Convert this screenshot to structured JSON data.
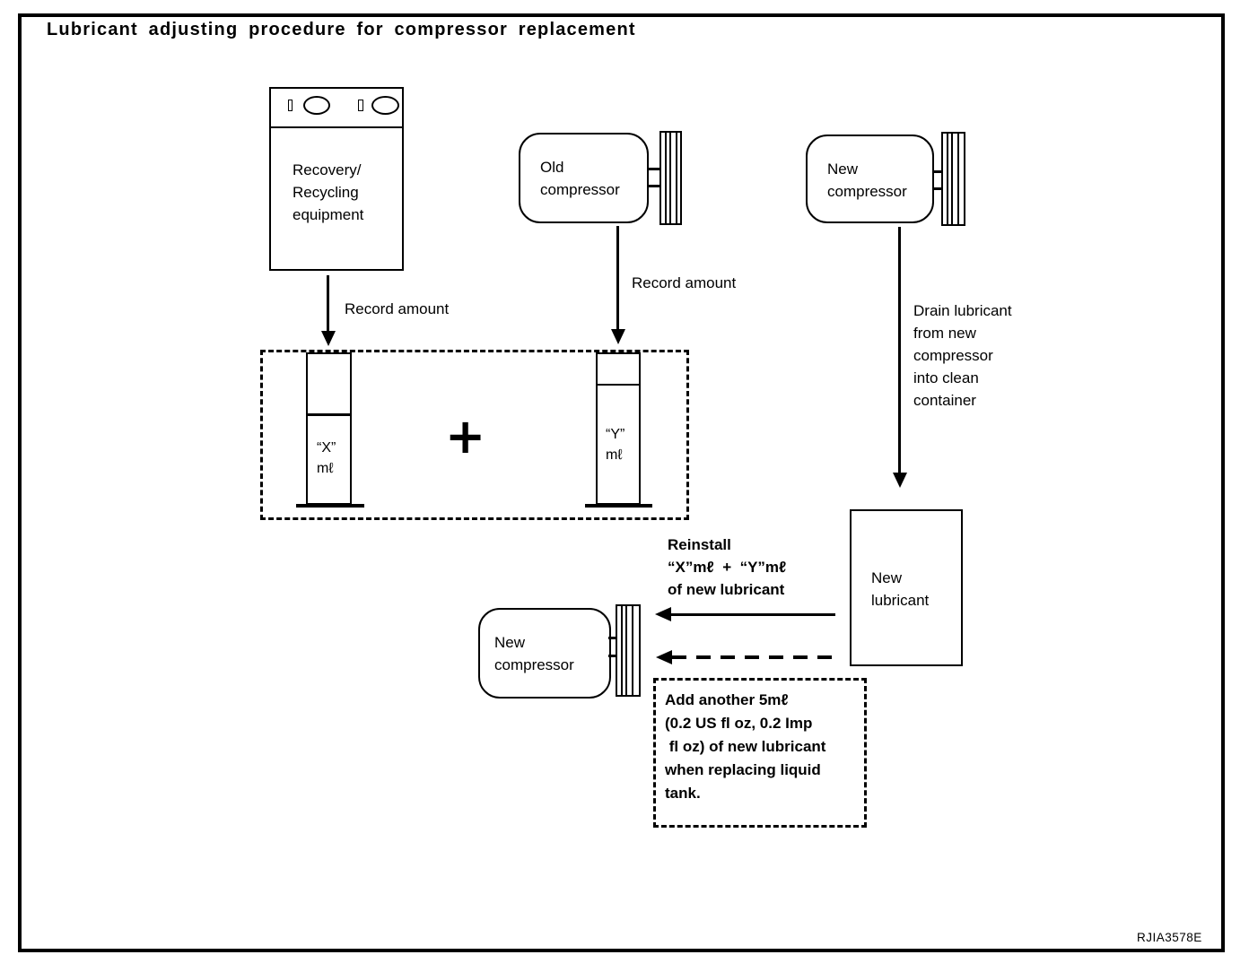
{
  "title": "Lubricant adjusting procedure for compressor replacement",
  "equipment": {
    "recovery": "Recovery/\nRecycling\nequipment",
    "old_compressor": "Old\ncompressor",
    "new_compressor": "New\ncompressor",
    "new_compressor_2": "New\ncompressor",
    "new_lubricant": "New\nlubricant"
  },
  "measurements": {
    "cylinder_x_amount": "“X”",
    "cylinder_x_unit": "mℓ",
    "cylinder_y_amount": "“Y”",
    "cylinder_y_unit": "mℓ",
    "plus_sign": "+"
  },
  "annotations": {
    "record_amount_left": "Record amount",
    "record_amount_right": "Record amount",
    "drain_lubricant": "Drain lubricant\nfrom new\ncompressor\ninto clean\ncontainer",
    "reinstall": "Reinstall\n“X”mℓ  +  “Y”mℓ\nof new lubricant",
    "add_note": "Add another 5mℓ\n(0.2 US fl oz, 0.2 Imp\n fl oz) of new lubricant\nwhen replacing liquid\ntank."
  },
  "footer": {
    "figure_code": "RJIA3578E"
  },
  "colors": {
    "ink": "#000000",
    "paper": "#ffffff"
  }
}
